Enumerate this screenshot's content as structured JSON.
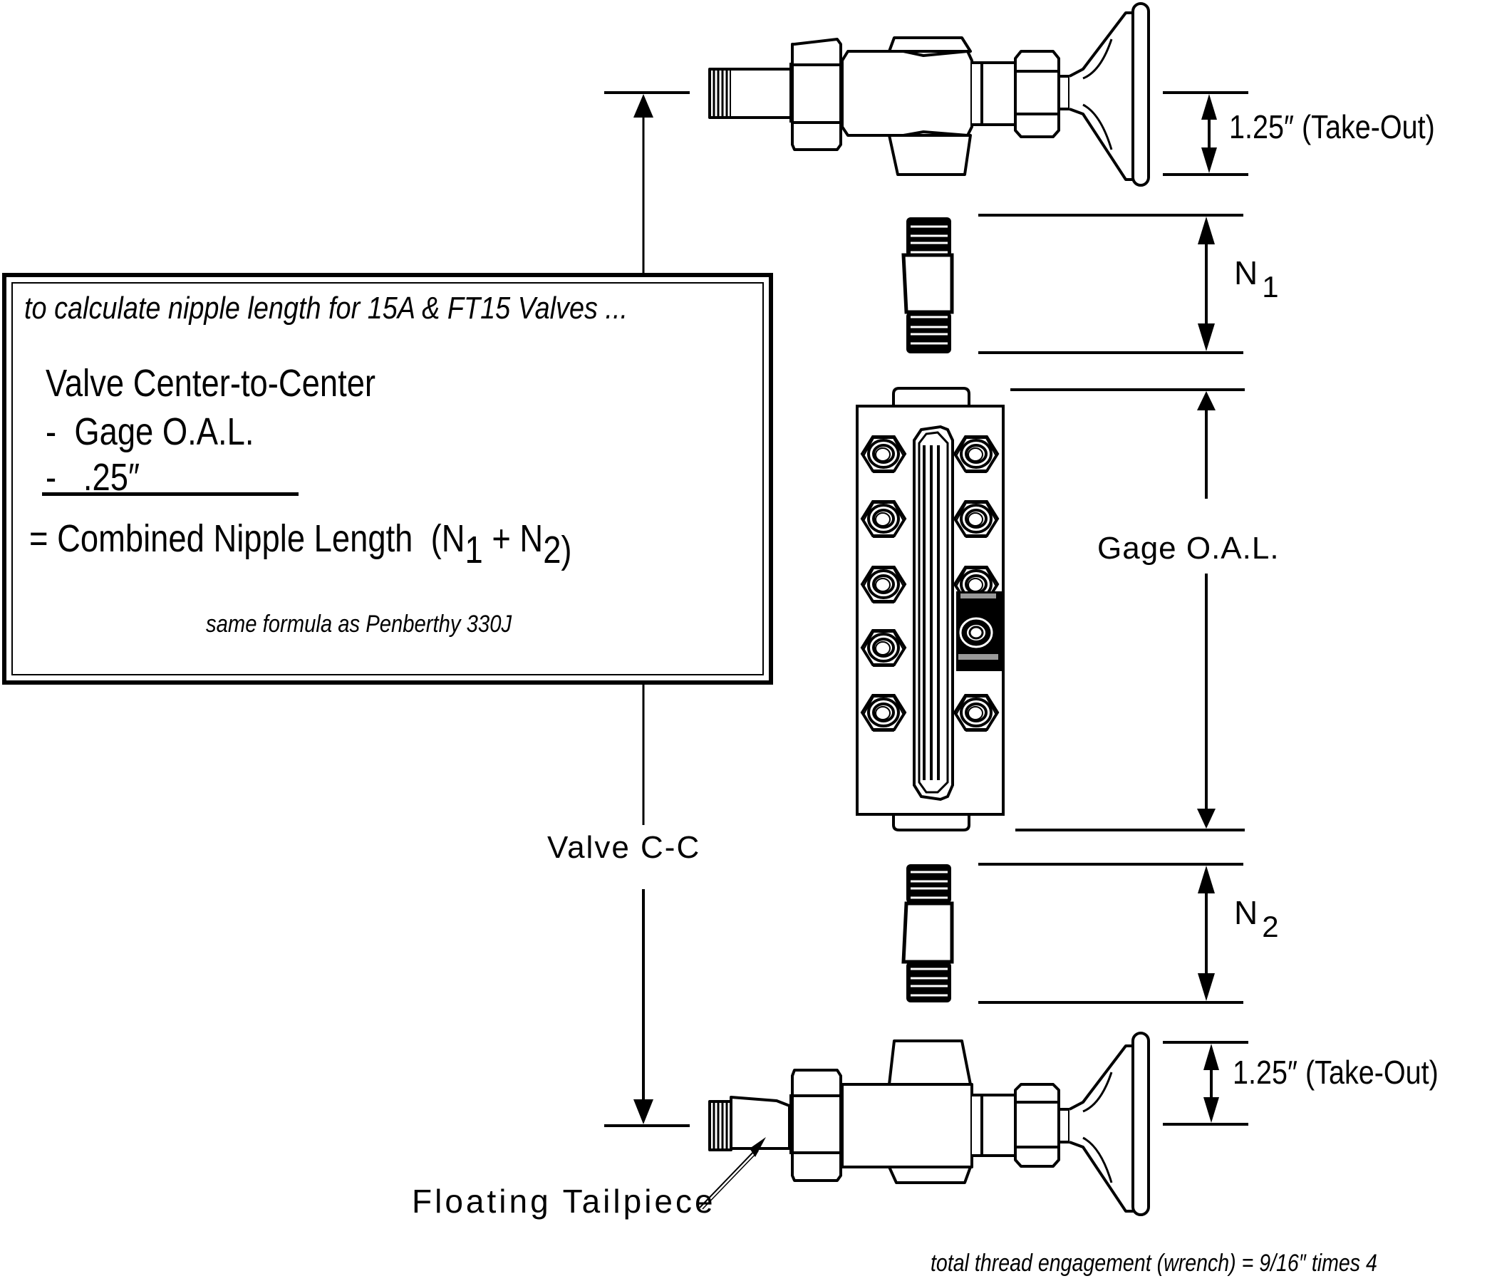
{
  "formula_box": {
    "title": "to calculate nipple length for 15A & FT15 Valves ...",
    "line1": "Valve Center-to-Center",
    "line2_op": "-",
    "line2": "Gage O.A.L.",
    "line3_op": "-",
    "line3": ".25″",
    "result_op": "=",
    "result": "Combined Nipple Length",
    "result_paren_open": "(N",
    "result_sub1": "1",
    "result_plus": " + N",
    "result_sub2": "2",
    "result_paren_close": ")",
    "note": "same formula as Penberthy 330J"
  },
  "labels": {
    "take_out_top": "1.25″ (Take-Out)",
    "take_out_bottom": "1.25″ (Take-Out)",
    "n1_letter": "N",
    "n1_sub": "1",
    "n2_letter": "N",
    "n2_sub": "2",
    "gage_oal": "Gage  O.A.L.",
    "valve_cc": "Valve C-C",
    "floating_tailpiece": "Floating Tailpiece"
  },
  "footer": {
    "note": "total thread engagement (wrench) =  9/16″ times 4"
  },
  "components": [
    {
      "id": "top-valve",
      "name": "15A valve (top)"
    },
    {
      "id": "nipple-n1",
      "name": "Nipple N1"
    },
    {
      "id": "gage-body",
      "name": "Gage body"
    },
    {
      "id": "nipple-n2",
      "name": "Nipple N2"
    },
    {
      "id": "bottom-valve",
      "name": "15A valve (bottom) with floating tailpiece"
    }
  ],
  "colors": {
    "ink": "#000000",
    "background": "#ffffff",
    "highlight_gray": "#999999"
  }
}
